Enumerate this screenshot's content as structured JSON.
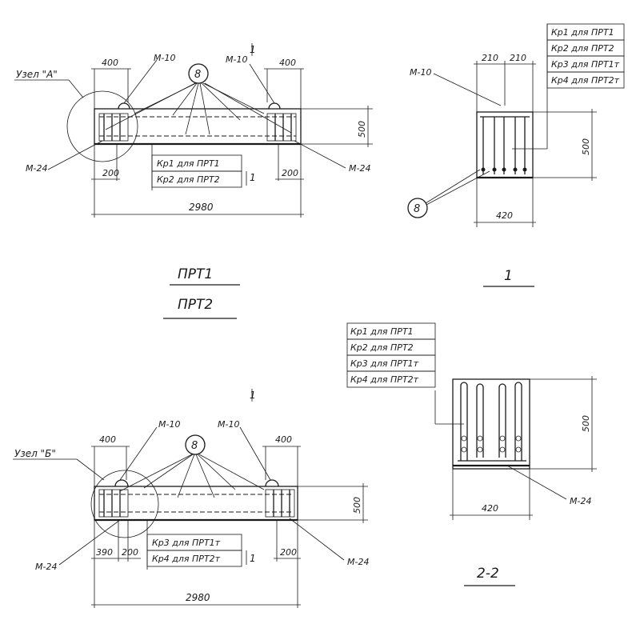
{
  "views": {
    "top": {
      "title1": "ПРТ1",
      "title2": "ПРТ2",
      "node_label": "Узел \"А\"",
      "dim_left": "400",
      "dim_right": "400",
      "dim_h": "500",
      "dim_end_left": "200",
      "dim_end_right": "200",
      "dim_total": "2980",
      "bubble": "8",
      "mark_m10_left": "М-10",
      "mark_m10_right": "М-10",
      "section_mark": "1",
      "mark_m24_left": "М-24",
      "mark_m24_right": "М-24",
      "table_rows": [
        "Кр1 для ПРТ1",
        "Кр2 для ПРТ2"
      ],
      "table_tag": "1"
    },
    "section1": {
      "title": "1",
      "mark_m10": "М-10",
      "dim_a": "210",
      "dim_b": "210",
      "dim_h": "500",
      "dim_w": "420",
      "bubble": "8",
      "table_rows": [
        "Кр1 для ПРТ1",
        "Кр2 для ПРТ2",
        "Кр3 для ПРТ1т",
        "Кр4 для ПРТ2т"
      ]
    },
    "bottom": {
      "node_label": "Узел \"Б\"",
      "section_mark": "1",
      "dim_left": "400",
      "dim_right": "400",
      "dim_h": "500",
      "dim_end_left_a": "390",
      "dim_end_left_b": "200",
      "dim_end_right": "200",
      "dim_total": "2980",
      "bubble": "8",
      "mark_m10_left": "М-10",
      "mark_m10_right": "М-10",
      "mark_m24_left": "М-24",
      "mark_m24_right": "М-24",
      "table_rows": [
        "Кр3 для ПРТ1т",
        "Кр4 для ПРТ2т"
      ],
      "table_tag": "1"
    },
    "section2": {
      "title": "2-2",
      "dim_h": "500",
      "dim_w": "420",
      "mark_m24": "М-24",
      "table_rows": [
        "Кр1 для ПРТ1",
        "Кр2 для ПРТ2",
        "Кр3 для ПРТ1т",
        "Кр4 для ПРТ2т"
      ]
    }
  }
}
